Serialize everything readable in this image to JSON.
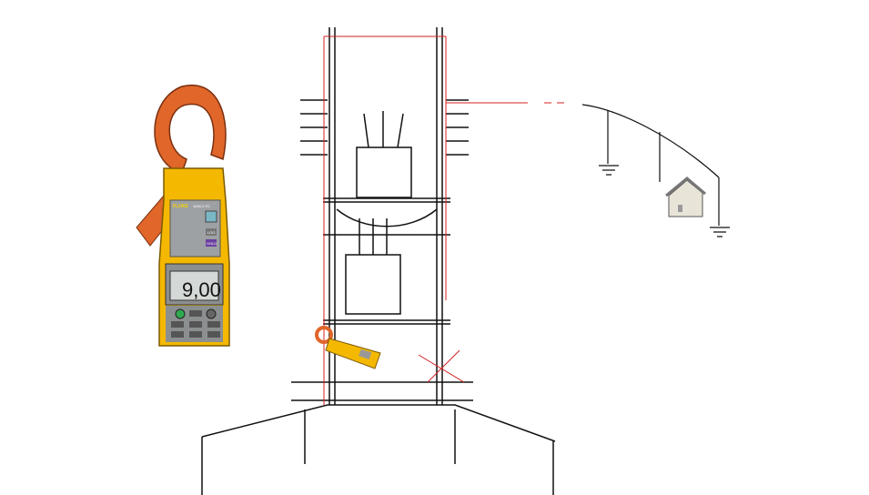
{
  "meter": {
    "brand": "FLUKE",
    "model": "1630-2 FC",
    "display_value": "9,00",
    "log_label": "LOG",
    "hold_label": "HOLD",
    "body_color": "#f5b800",
    "jaw_color": "#e0662a"
  },
  "diagram": {
    "line_color": "#111111",
    "measure_color": "#d42020"
  }
}
